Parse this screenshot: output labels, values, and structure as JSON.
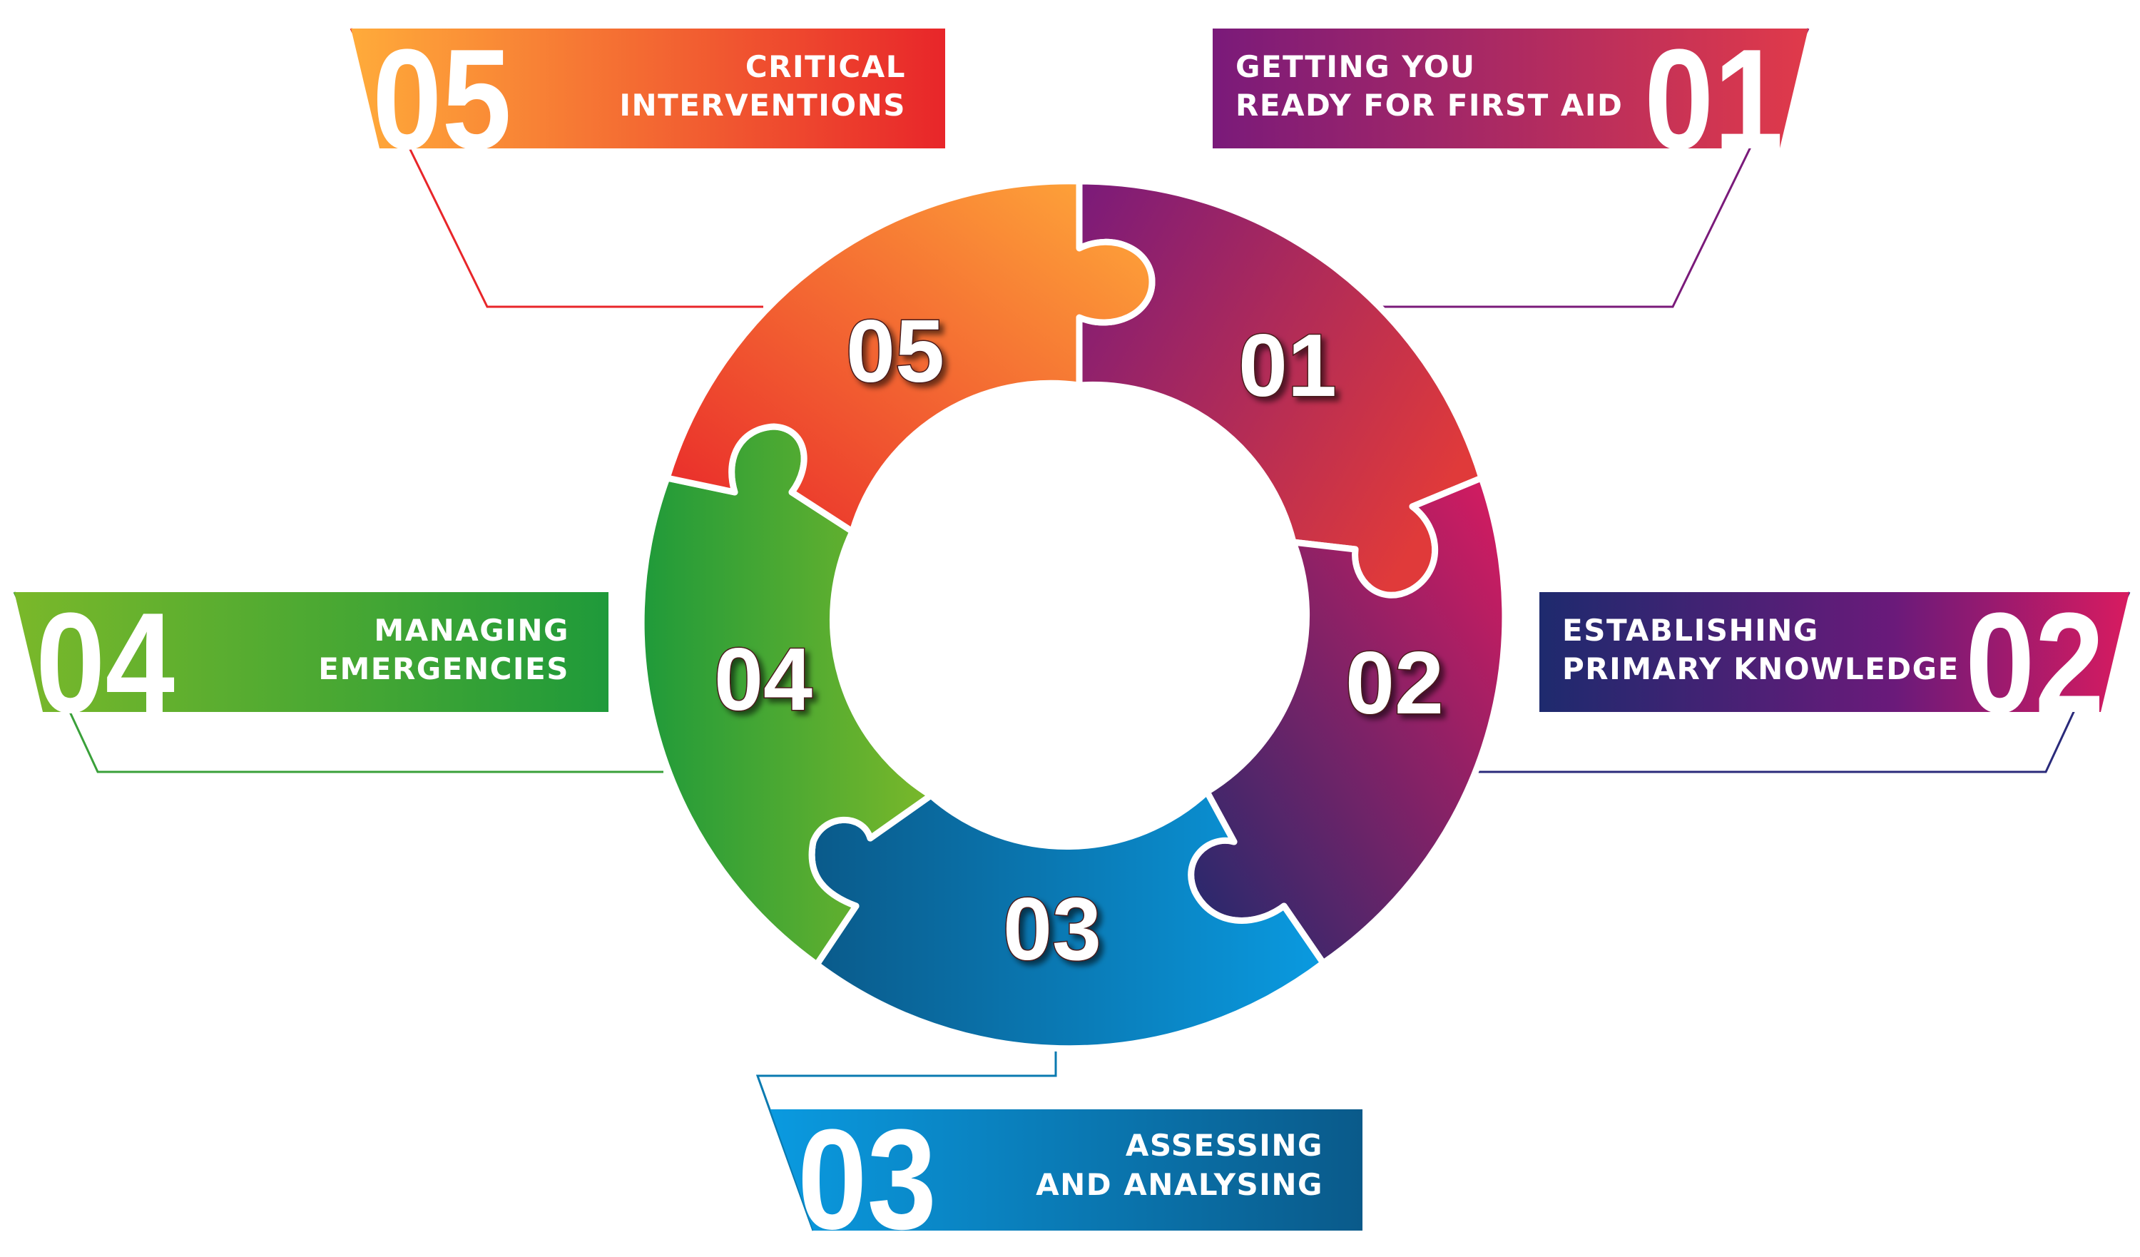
{
  "steps": [
    {
      "number": "01",
      "label_line1": "GETTING YOU",
      "label_line2": "READY FOR FIRST AID",
      "color_start": "#7a1a7a",
      "color_end": "#e03a3a"
    },
    {
      "number": "02",
      "label_line1": "ESTABLISHING",
      "label_line2": "PRIMARY KNOWLEDGE",
      "color_start": "#1e2a6e",
      "color_end": "#d81b60"
    },
    {
      "number": "03",
      "label_line1": "ASSESSING",
      "label_line2": "AND ANALYSING",
      "color_start": "#0a5a8a",
      "color_end": "#0a9ae0"
    },
    {
      "number": "04",
      "label_line1": "MANAGING",
      "label_line2": "EMERGENCIES",
      "color_start": "#1f9a3a",
      "color_end": "#7ab82a"
    },
    {
      "number": "05",
      "label_line1": "CRITICAL",
      "label_line2": "INTERVENTIONS",
      "color_start": "#e8262a",
      "color_end": "#ffab3a"
    }
  ]
}
